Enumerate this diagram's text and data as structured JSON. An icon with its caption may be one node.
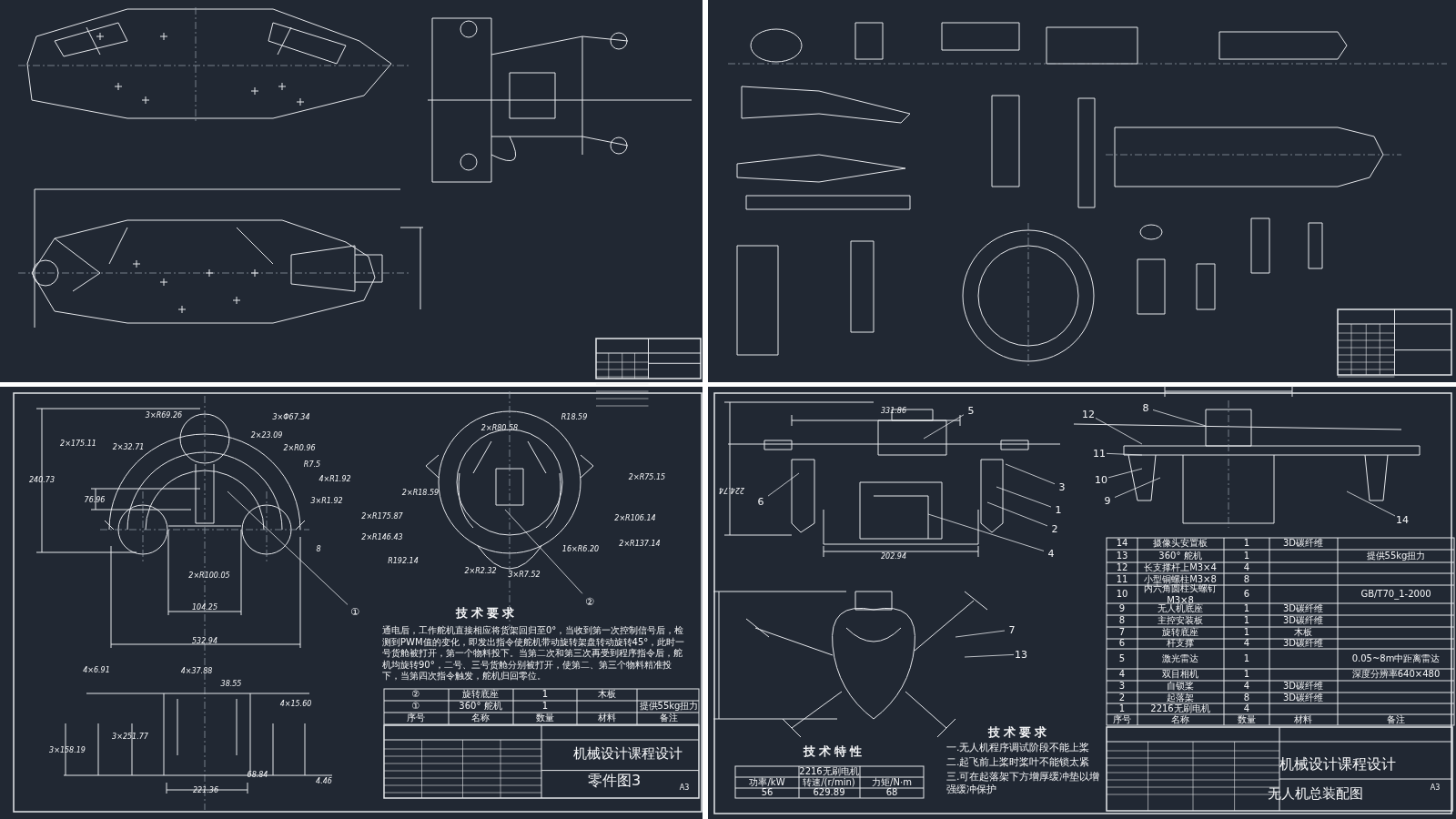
{
  "diagram": {
    "nodes": [
      {
        "text": [
          "①"
        ]
      },
      {
        "text": [
          "②"
        ]
      },
      {
        "text": [
          "5"
        ]
      },
      {
        "text": [
          "8"
        ]
      },
      {
        "text": [
          "12"
        ]
      },
      {
        "text": [
          "11"
        ]
      },
      {
        "text": [
          "10"
        ]
      },
      {
        "text": [
          "3"
        ]
      },
      {
        "text": [
          "6"
        ]
      },
      {
        "text": [
          "9"
        ]
      },
      {
        "text": [
          "1"
        ]
      },
      {
        "text": [
          "14"
        ]
      },
      {
        "text": [
          "2"
        ]
      },
      {
        "text": [
          "4"
        ]
      },
      {
        "text": [
          "7"
        ]
      },
      {
        "text": [
          "13"
        ]
      }
    ],
    "edges": [
      {
        "from": 0,
        "to": null,
        "arrow": "none"
      },
      {
        "from": 1,
        "to": null,
        "arrow": "none"
      },
      {
        "from": 2,
        "to": null,
        "arrow": "none"
      },
      {
        "from": 3,
        "to": null,
        "arrow": "none"
      },
      {
        "from": 4,
        "to": null,
        "arrow": "none"
      },
      {
        "from": 5,
        "to": null,
        "arrow": "none"
      },
      {
        "from": 6,
        "to": null,
        "arrow": "none"
      },
      {
        "from": 7,
        "to": null,
        "arrow": "none"
      },
      {
        "from": 8,
        "to": null,
        "arrow": "none"
      },
      {
        "from": 9,
        "to": null,
        "arrow": "none"
      },
      {
        "from": 10,
        "to": null,
        "arrow": "none"
      },
      {
        "from": 11,
        "to": null,
        "arrow": "none"
      },
      {
        "from": 12,
        "to": null,
        "arrow": "none"
      },
      {
        "from": 13,
        "to": null,
        "arrow": "none"
      },
      {
        "from": 14,
        "to": null,
        "arrow": "none"
      },
      {
        "from": 15,
        "to": null,
        "arrow": "none"
      }
    ],
    "labels": [
      "3×R69.26",
      "3×Φ67.34",
      "2×23.09",
      "2×R0.96",
      "R7.5",
      "4×R1.92",
      "3×R1.92",
      "2×175.11",
      "2×32.71",
      "240.73",
      "76.96",
      "2×R100.05",
      "104.25",
      "532.94",
      "8",
      "4×6.91",
      "4×37.88",
      "38.55",
      "4×15.60",
      "3×251.77",
      "3×158.19",
      "68.84",
      "4.46",
      "221.36",
      "2×R80.58",
      "R18.59",
      "2×R75.15",
      "2×R18.59",
      "2×R175.87",
      "2×R146.43",
      "R192.14",
      "2×R2.32",
      "3×R7.52",
      "16×R6.20",
      "2×R106.14",
      "2×R137.14",
      "技术要求",
      "通电后，工作舵机直接相应将货架回归至0°，当收到第一次控制信号后，检测到PWM值的变化，即发出指令使舵机带动旋转架盘转动旋转45°，此时一号货舱被打开，第一个物料投下。当第二次和第三次再受到程序指令后，舵机均旋转90°，二号、三号货舱分别被打开，使第二、第三个物料精准投下，当第四次指令触发，舵机归回零位。",
      "②",
      "旋转底座",
      "1",
      "木板",
      "①",
      "360° 舵机",
      "1",
      "提供55kg扭力",
      "序号",
      "名称",
      "数量",
      "材料",
      "备注",
      "机械设计课程设计",
      "零件图3",
      "A3",
      "331.86",
      "224.74",
      "202.94",
      "技术特性",
      "2216无刷电机",
      "功率/kW",
      "转速/(r/min)",
      "力矩/N·m",
      "56",
      "629.89",
      "68",
      "技术要求",
      "一.无人机程序调试阶段不能上桨",
      "二.起飞前上桨时桨叶不能锁太紧",
      "三.可在起落架下方增厚缓冲垫以增强缓冲保护",
      "14",
      "摄像头安置板",
      "1",
      "3D碳纤维",
      "13",
      "360° 舵机",
      "1",
      "提供55kg扭力",
      "12",
      "长支撑杆上M3×4",
      "4",
      "11",
      "小型铜螺柱M3×8",
      "8",
      "10",
      "内六角圆柱头螺钉M3×8",
      "6",
      "GB/T70_1-2000",
      "9",
      "无人机底座",
      "1",
      "3D碳纤维",
      "8",
      "主控安装板",
      "1",
      "3D碳纤维",
      "7",
      "旋转底座",
      "1",
      "木板",
      "6",
      "杆支撑",
      "4",
      "3D碳纤维",
      "5",
      "激光雷达",
      "1",
      "0.05~8m中距离雷达",
      "4",
      "双目相机",
      "1",
      "深度分辨率640×480",
      "3",
      "自锁桨",
      "4",
      "3D碳纤维",
      "2",
      "起落架",
      "8",
      "3D碳纤维",
      "1",
      "2216无刷电机",
      "4",
      "序号",
      "名称",
      "数量",
      "材料",
      "备注",
      "机械设计课程设计",
      "无人机总装配图",
      "A3"
    ]
  }
}
